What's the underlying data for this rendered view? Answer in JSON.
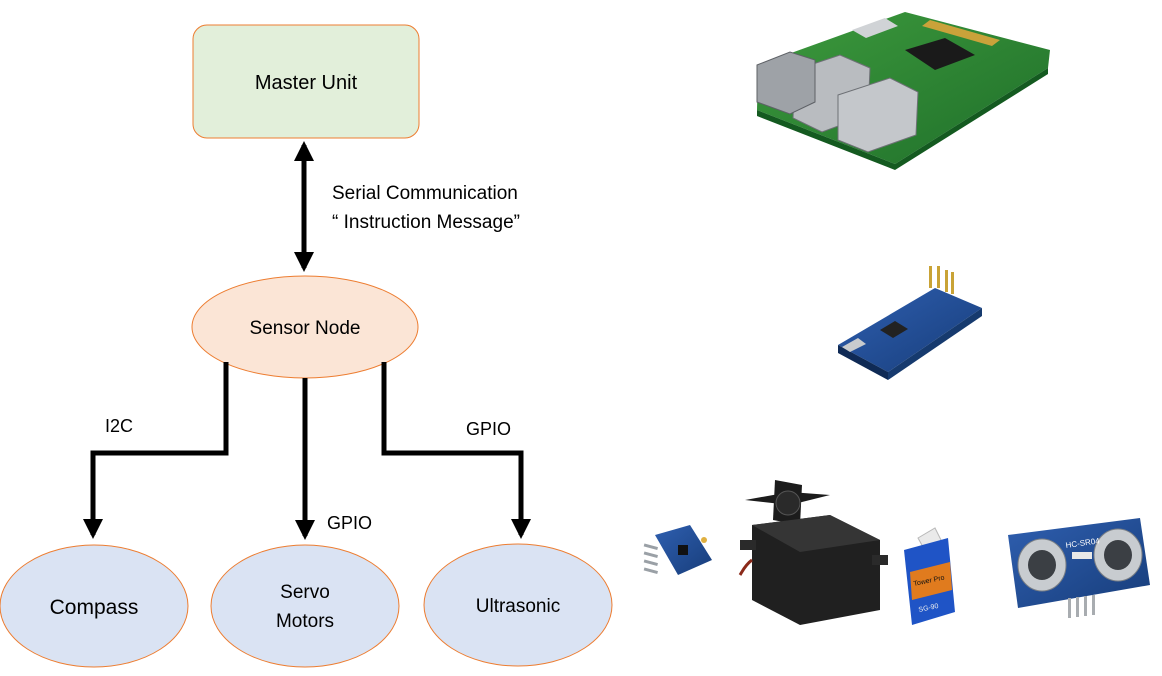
{
  "nodes": {
    "master": {
      "label": "Master Unit"
    },
    "sensor": {
      "label": "Sensor Node"
    },
    "compass": {
      "label": "Compass"
    },
    "servo": {
      "label_line1": "Servo",
      "label_line2": "Motors"
    },
    "ultrasonic": {
      "label": "Ultrasonic"
    }
  },
  "edges": {
    "serial": {
      "line1": "Serial Communication",
      "line2": "“ Instruction Message”"
    },
    "i2c": {
      "label": "I2C"
    },
    "gpio_servo": {
      "label": "GPIO"
    },
    "gpio_ultra": {
      "label": "GPIO"
    }
  },
  "hardware_photos": {
    "master_board": "raspberry-pi-board",
    "sensor_board": "arduino-nano-board",
    "compass_module": "compass-sensor-module",
    "large_servo": "servo-motor-large",
    "small_servo": "servo-motor-small",
    "ultrasonic_module": "ultrasonic-sensor-module",
    "small_servo_brand": "Tower Pro",
    "small_servo_model": "SG-90",
    "ultrasonic_model": "HC-SR04"
  },
  "colors": {
    "master_fill": "#e2efda",
    "sensor_fill": "#fbe5d6",
    "leaf_fill": "#dae3f3",
    "node_stroke": "#ed7d31",
    "arrow": "#000000"
  }
}
